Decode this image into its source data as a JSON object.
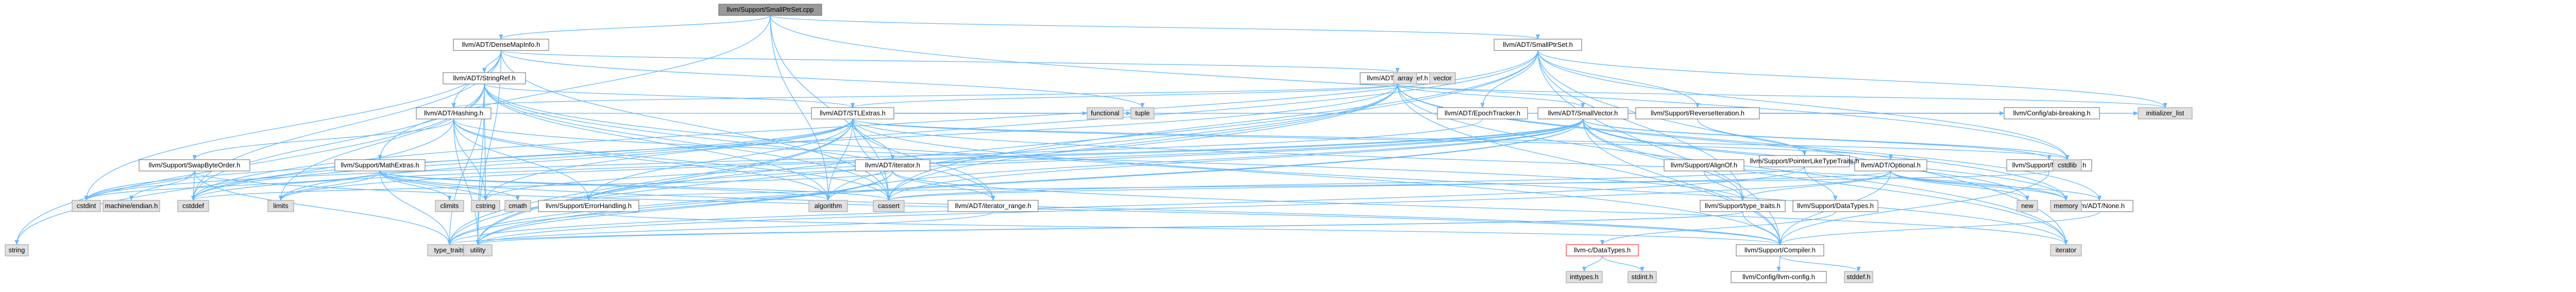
{
  "nodes": {
    "root": "llvm/Support/SmallPtrSet.cpp",
    "densemap": "llvm/ADT/DenseMapInfo.h",
    "arrayref": "llvm/ADT/ArrayRef.h",
    "smallptrset": "llvm/ADT/SmallPtrSet.h",
    "stringref": "llvm/ADT/StringRef.h",
    "hashing": "llvm/ADT/Hashing.h",
    "stlextras": "llvm/ADT/STLExtras.h",
    "smallvector": "llvm/ADT/SmallVector.h",
    "epoch": "llvm/ADT/EpochTracker.h",
    "reverseiter": "llvm/Support/ReverseIteration.h",
    "mathextras": "llvm/Support/MathExtras.h",
    "swapbyte": "llvm/Support/SwapByteOrder.h",
    "iterator": "llvm/ADT/iterator.h",
    "optional": "llvm/ADT/Optional.h",
    "alignof": "llvm/Support/AlignOf.h",
    "ptrlike": "llvm/Support/PointerLikeTypeTraits.h",
    "memalloc": "llvm/Support/MemAlloc.h",
    "iterrange": "llvm/ADT/iterator_range.h",
    "errhandling": "llvm/Support/ErrorHandling.h",
    "typetraits": "llvm/Support/type_traits.h",
    "datatypes": "llvm/Support/DataTypes.h",
    "none": "llvm/ADT/None.h",
    "compiler": "llvm/Support/Compiler.h",
    "abibreaking": "llvm/Config/abi-breaking.h",
    "cdatatypes": "llvm-c/DataTypes.h",
    "llvmconfig": "llvm/Config/llvm-config.h",
    "algorithm": "algorithm",
    "cassert": "cassert",
    "cstddef": "cstddef",
    "cstdint": "cstdint",
    "cstdlib": "cstdlib",
    "initlist": "initializer_list",
    "iterator_std": "iterator",
    "memory": "memory",
    "new": "new",
    "type_traits": "type_traits",
    "utility": "utility",
    "string": "string",
    "tuple": "tuple",
    "functional": "functional",
    "limits": "limits",
    "climits": "climits",
    "cmath": "cmath",
    "cstring": "cstring",
    "array": "array",
    "vector": "vector",
    "machendian": "machine/endian.h",
    "inttypes": "inttypes.h",
    "stdint": "stdint.h",
    "stddef": "stddef.h"
  },
  "colors": {
    "edge": "#63b8ff",
    "root_fill": "#999999",
    "internal_fill": "#ffffff",
    "system_fill": "#e0e0e0",
    "missing_border": "#ff0000"
  }
}
